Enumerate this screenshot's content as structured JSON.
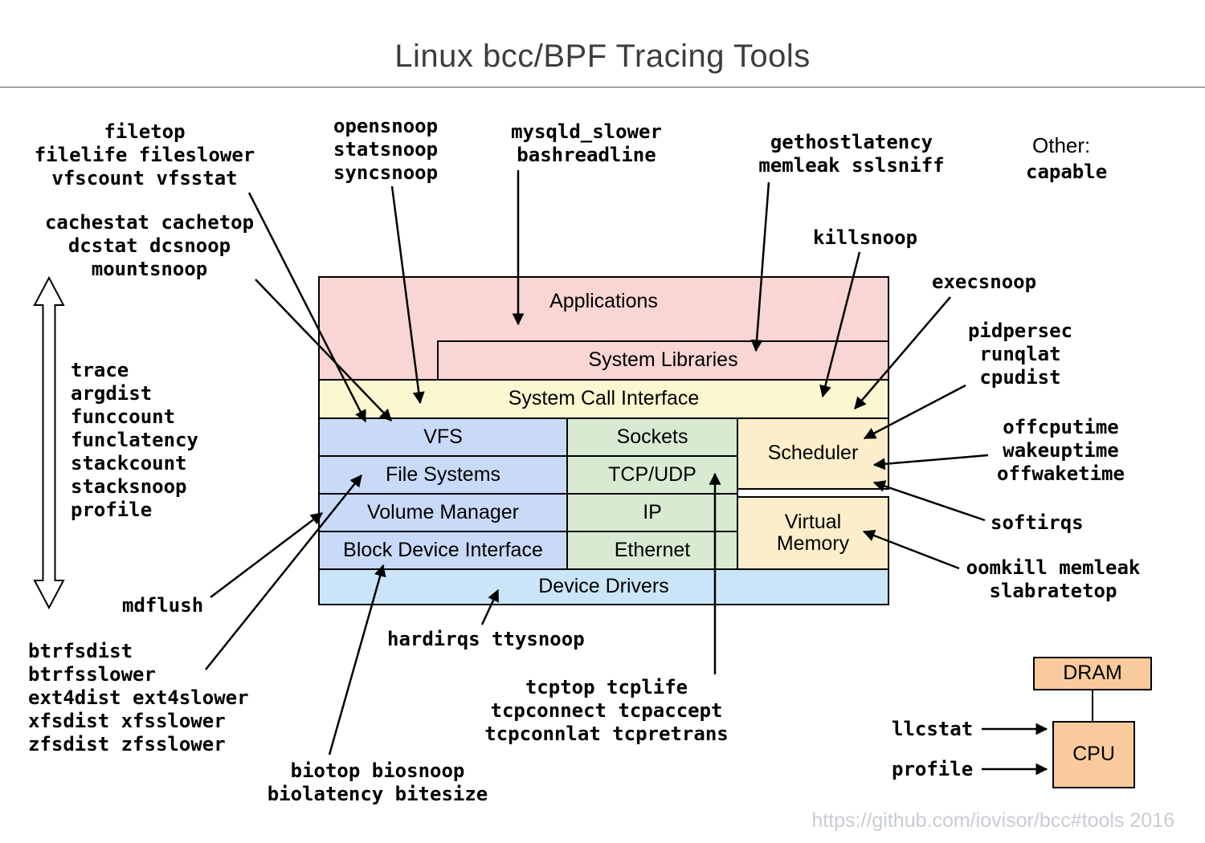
{
  "title": "Linux bcc/BPF Tracing Tools",
  "footer": "https://github.com/iovisor/bcc#tools 2016",
  "colors": {
    "app_pink": "#f9d5d4",
    "sci_yellow": "#fcf7d0",
    "fs_blue": "#c9daf8",
    "net_green": "#d9ead3",
    "sched_cream": "#fdeecb",
    "driver_blue": "#cbe5f8",
    "hw_orange": "#f9cb9c"
  },
  "boxes": {
    "applications": "Applications",
    "system_libraries": "System Libraries",
    "system_call_interface": "System Call Interface",
    "vfs": "VFS",
    "file_systems": "File Systems",
    "volume_manager": "Volume Manager",
    "block_device_interface": "Block Device Interface",
    "sockets": "Sockets",
    "tcp_udp": "TCP/UDP",
    "ip": "IP",
    "ethernet": "Ethernet",
    "scheduler": "Scheduler",
    "virtual_memory": "Virtual Memory",
    "device_drivers": "Device Drivers",
    "dram": "DRAM",
    "cpu": "CPU"
  },
  "other": {
    "heading": "Other:",
    "tools": "capable"
  },
  "tool_labels": {
    "file_group": "filetop\nfilelife fileslower\nvfscount vfsstat",
    "cache_group": "cachestat cachetop\ndcstat dcsnoop\nmountsnoop",
    "open_group": "opensnoop\nstatsnoop\nsyncsnoop",
    "app_group": "mysqld_slower\nbashreadline",
    "gethost_group": "gethostlatency\nmemleak sslsniff",
    "killsnoop": "killsnoop",
    "execsnoop": "execsnoop",
    "sched_group": "pidpersec\nrunqlat\ncpudist",
    "offcpu_group": "offcputime\nwakeuptime\noffwaketime",
    "softirqs": "softirqs",
    "mem_group": "oomkill memleak\nslabratetop",
    "generic_group": "trace\nargdist\nfunccount\nfunclatency\nstackcount\nstacksnoop\nprofile",
    "mdflush": "mdflush",
    "fs_group": "btrfsdist\nbtrfsslower\next4dist ext4slower\nxfsdist xfsslower\nzfsdist zfsslower",
    "irq_group": "hardirqs ttysnoop",
    "bio_group": "biotop biosnoop\nbiolatency bitesize",
    "tcp_group": "tcptop tcplife\ntcpconnect tcpaccept\ntcpconnlat tcpretrans",
    "llcstat": "llcstat",
    "profile": "profile"
  }
}
